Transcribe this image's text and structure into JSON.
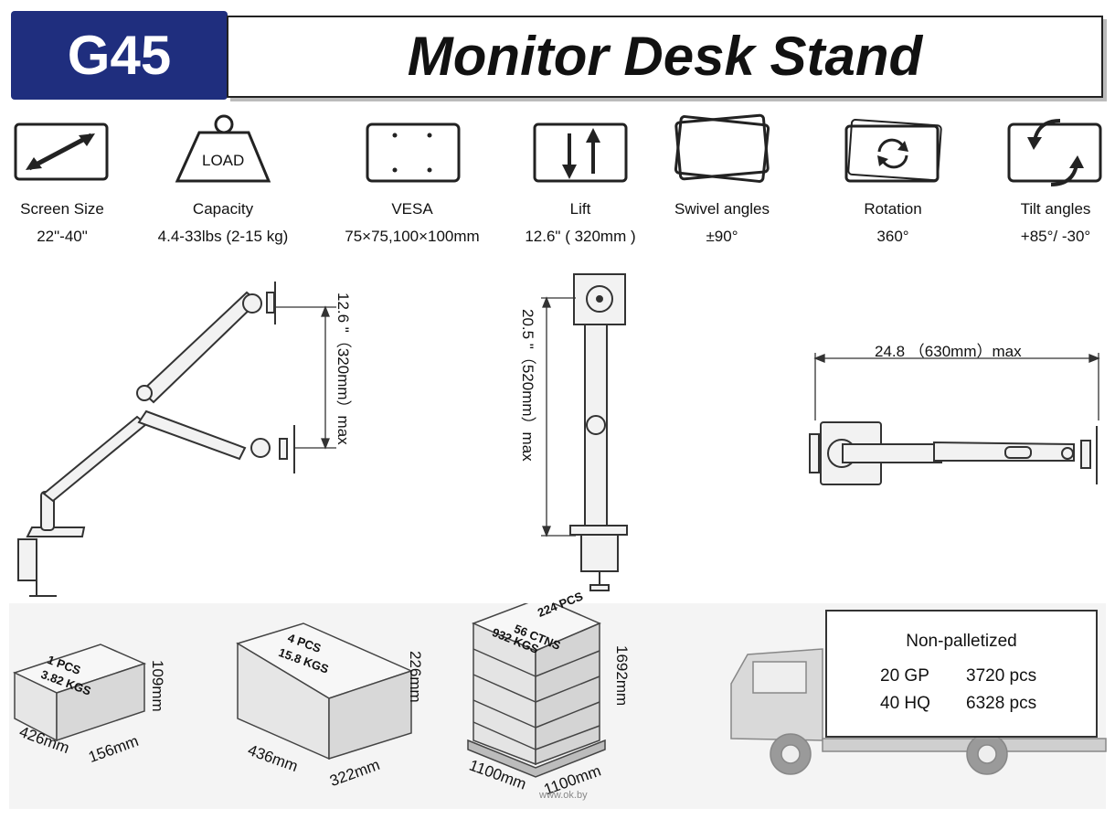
{
  "header": {
    "model": "G45",
    "title": "Monitor Desk Stand"
  },
  "specs": [
    {
      "icon": "screen-size-icon",
      "label": "Screen Size",
      "value": "22\"-40\""
    },
    {
      "icon": "load-weight-icon",
      "icon_text": "LOAD",
      "label": "Capacity",
      "value": "4.4-33lbs (2-15 kg)"
    },
    {
      "icon": "vesa-plate-icon",
      "label": "VESA",
      "value": "75×75,100×100mm"
    },
    {
      "icon": "lift-arrows-icon",
      "label": "Lift",
      "value": "12.6\" ( 320mm )"
    },
    {
      "icon": "swivel-icon",
      "label": "Swivel angles",
      "value": "±90°"
    },
    {
      "icon": "rotation-icon",
      "label": "Rotation",
      "value": "360°"
    },
    {
      "icon": "tilt-icon",
      "label": "Tilt angles",
      "value": "+85°/  -30°"
    }
  ],
  "diagrams": {
    "lift_range": "12.6 \"（320mm）max",
    "height_max": "20.5 \"（520mm）max",
    "reach_max": "24.8 （630mm）max"
  },
  "packages": [
    {
      "label_line1": "1 PCS",
      "label_line2": "3.82 KGS",
      "height": "109mm",
      "length": "426mm",
      "width": "156mm"
    },
    {
      "label_line1": "4 PCS",
      "label_line2": "15.8 KGS",
      "height": "226mm",
      "length": "436mm",
      "width": "322mm"
    },
    {
      "label_line1": "224 PCS",
      "label_line2": "56 CTNS",
      "label_line3": "932 KGS",
      "height": "1692mm",
      "length": "1100mm",
      "width": "1100mm"
    }
  ],
  "shipping": {
    "heading": "Non-palletized",
    "rows": [
      {
        "container": "20 GP",
        "qty": "3720 pcs"
      },
      {
        "container": "40 HQ",
        "qty": "6328 pcs"
      }
    ]
  },
  "watermark": "www.ok.by",
  "colors": {
    "badge": "#1f2e7e",
    "ink": "#111111"
  }
}
